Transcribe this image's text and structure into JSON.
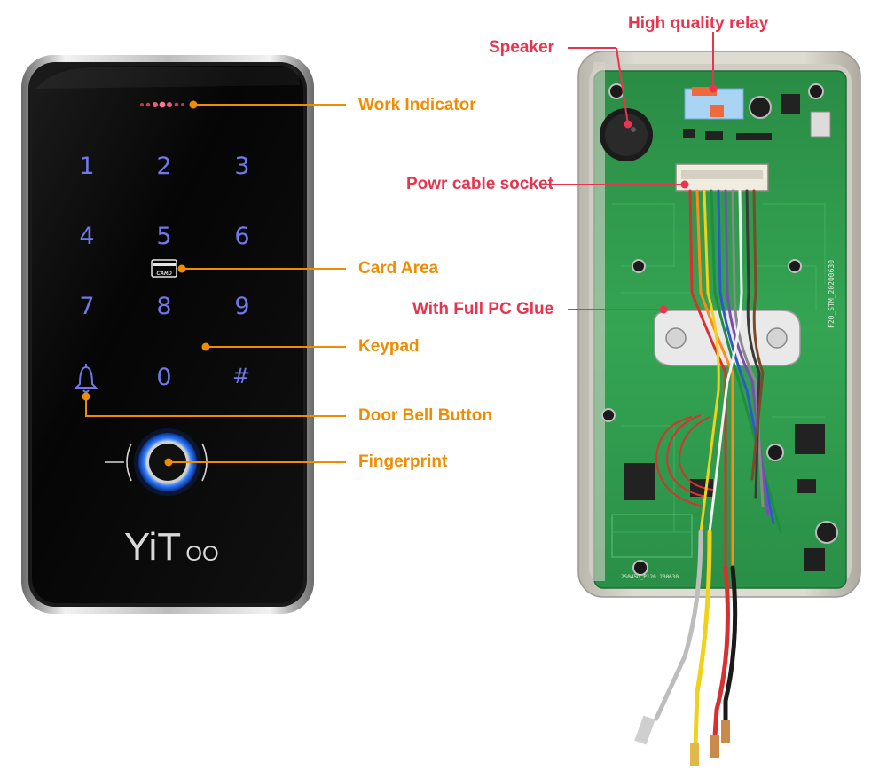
{
  "keypad_device": {
    "keys": [
      "1",
      "2",
      "3",
      "4",
      "5",
      "6",
      "7",
      "8",
      "9",
      "0",
      "#"
    ],
    "card_icon_text": "CARD",
    "brand": {
      "main": "YiT",
      "suffix": "OO"
    }
  },
  "labels": {
    "work_indicator": "Work Indicator",
    "card_area": "Card Area",
    "keypad": "Keypad",
    "door_bell_button": "Door Bell Button",
    "fingerprint": "Fingerprint",
    "high_quality_relay": "High quality relay",
    "speaker": "Speaker",
    "power_cable_socket": "Powr cable socket",
    "full_pc_glue": "With Full PC Glue"
  },
  "pcb": {
    "marking_main": "F20_STM_20200630",
    "marking_bottom": "2S045G_P120 200630"
  },
  "colors": {
    "left_label": "#f08c00",
    "right_label": "#e8344f",
    "key_glow": "#6f79ea",
    "pcb_green": "#2f9a4c"
  }
}
